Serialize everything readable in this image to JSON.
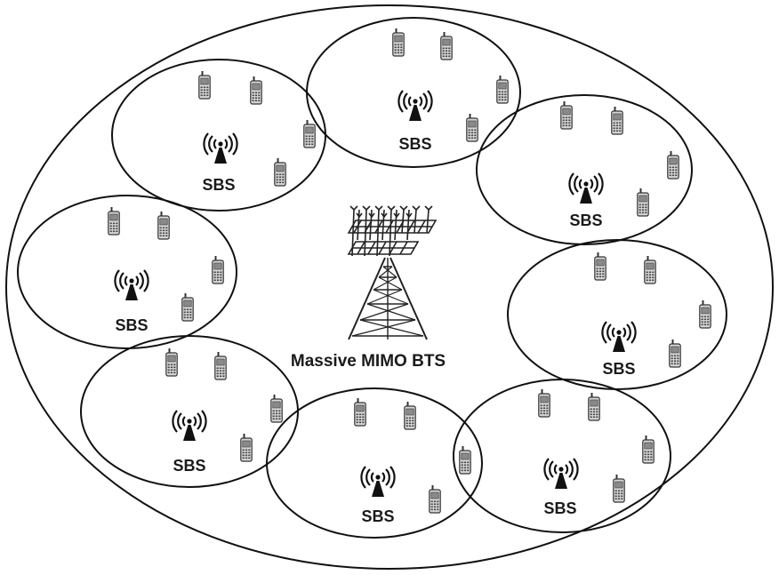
{
  "bts": {
    "label": "Massive MIMO BTS"
  },
  "cells": [
    {
      "label": "SBS"
    },
    {
      "label": "SBS"
    },
    {
      "label": "SBS"
    },
    {
      "label": "SBS"
    },
    {
      "label": "SBS"
    },
    {
      "label": "SBS"
    },
    {
      "label": "SBS"
    },
    {
      "label": "SBS"
    }
  ],
  "icons": {
    "small_cell": "antenna-signal-icon",
    "device": "mobile-phone-icon",
    "macro": "massive-mimo-tower-icon"
  }
}
